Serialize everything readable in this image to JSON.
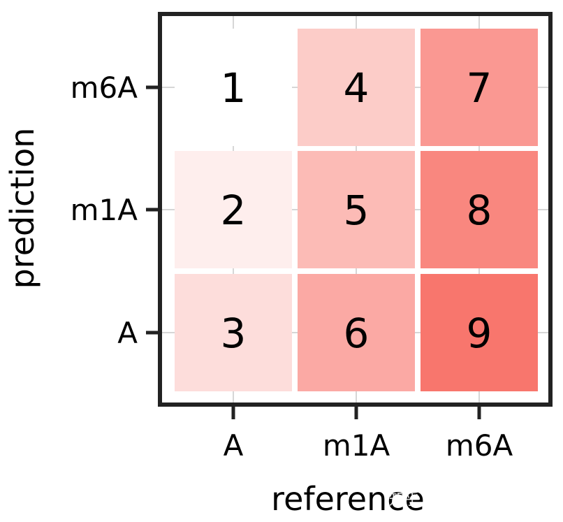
{
  "chart_data": {
    "type": "heatmap",
    "x_categories": [
      "A",
      "m1A",
      "m6A"
    ],
    "y_categories": [
      "A",
      "m1A",
      "m6A"
    ],
    "xlabel": "reference",
    "ylabel": "prediction",
    "grid": true,
    "cells": [
      {
        "x": "A",
        "y": "m6A",
        "value": 1
      },
      {
        "x": "A",
        "y": "m1A",
        "value": 2
      },
      {
        "x": "A",
        "y": "A",
        "value": 3
      },
      {
        "x": "m1A",
        "y": "m6A",
        "value": 4
      },
      {
        "x": "m1A",
        "y": "m1A",
        "value": 5
      },
      {
        "x": "m1A",
        "y": "A",
        "value": 6
      },
      {
        "x": "m6A",
        "y": "m6A",
        "value": 7
      },
      {
        "x": "m6A",
        "y": "m1A",
        "value": 8
      },
      {
        "x": "m6A",
        "y": "A",
        "value": 9
      }
    ],
    "color_low": "#ffffff",
    "color_high": "#f8766d"
  },
  "watermark": "知乎 @能饮一杯吴先生"
}
